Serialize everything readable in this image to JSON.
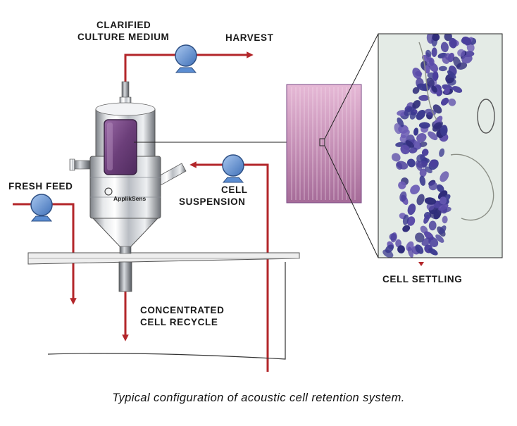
{
  "labels": {
    "clarified_line1": "CLARIFIED",
    "clarified_line2": "CULTURE MEDIUM",
    "harvest": "HARVEST",
    "fresh_feed": "FRESH FEED",
    "cell_line1": "CELL",
    "cell_line2": "SUSPENSION",
    "cell_settling": "CELL SETTLING",
    "concentrated_line1": "CONCENTRATED",
    "concentrated_line2": "CELL RECYCLE"
  },
  "device_brand": "ApplikSens",
  "caption": "Typical configuration of acoustic cell retention system.",
  "colors": {
    "flow_line": "#b3262a",
    "pump_blue": "#5b8dd2",
    "stainless": "#c9ccd1",
    "chamber_purple": "#7a4a86",
    "cells": "#3b3a8f"
  },
  "icons": [
    "pump-icon",
    "pump-icon",
    "pump-icon"
  ]
}
